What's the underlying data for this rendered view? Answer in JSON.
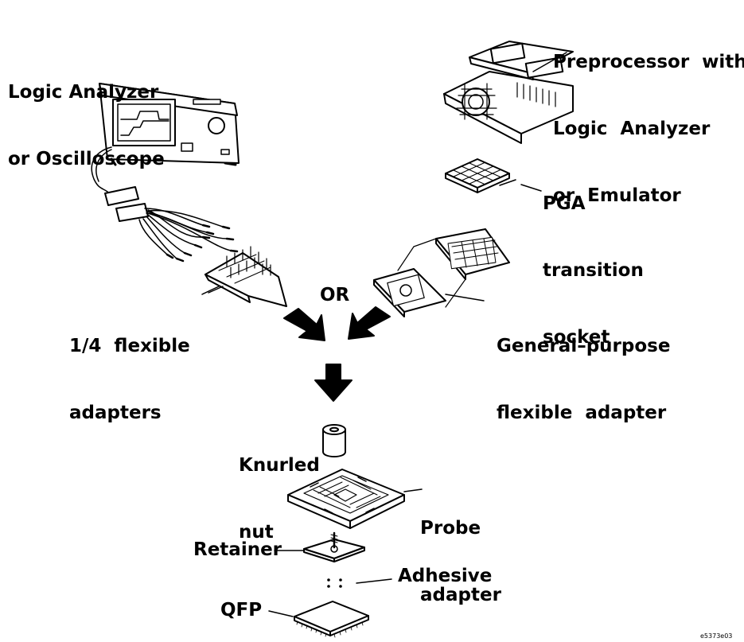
{
  "labels": {
    "logic_analyzer": [
      "Logic Analyzer",
      "or Oscilloscope"
    ],
    "preprocessor": [
      "Preprocessor  with",
      "Logic  Analyzer",
      "or  Emulator"
    ],
    "pga_socket": [
      "PGA",
      "transition",
      "socket"
    ],
    "quarter_flex": [
      "1/4  flexible",
      "adapters"
    ],
    "or": "OR",
    "general_purpose": [
      "General–purpose",
      "flexible  adapter"
    ],
    "knurled_nut": [
      "Knurled",
      "nut"
    ],
    "probe_adapter": [
      "Probe",
      "adapter"
    ],
    "retainer": "Retainer",
    "adhesive": "Adhesive",
    "qfp": "QFP",
    "figure_id": "e5373e03"
  }
}
